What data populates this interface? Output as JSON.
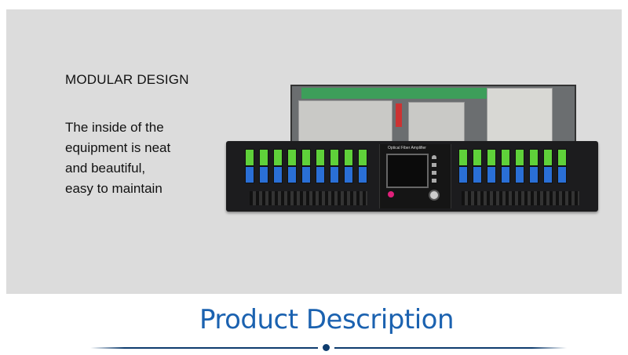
{
  "feature": {
    "heading": "MODULAR DESIGN",
    "lines": [
      "The inside of the",
      "equipment is neat",
      "and beautiful,",
      "easy to maintain"
    ]
  },
  "product_image": {
    "front_label": "Optical Fiber Amplifier",
    "left_port_count": 9,
    "right_port_count": 8,
    "colors": {
      "upc_port": "#5fd13a",
      "apc_port": "#2a6fd6",
      "chassis": "#1c1c1e"
    }
  },
  "section": {
    "title": "Product Description",
    "color": "#1b62b0",
    "divider_color": "#0e3c6e"
  }
}
